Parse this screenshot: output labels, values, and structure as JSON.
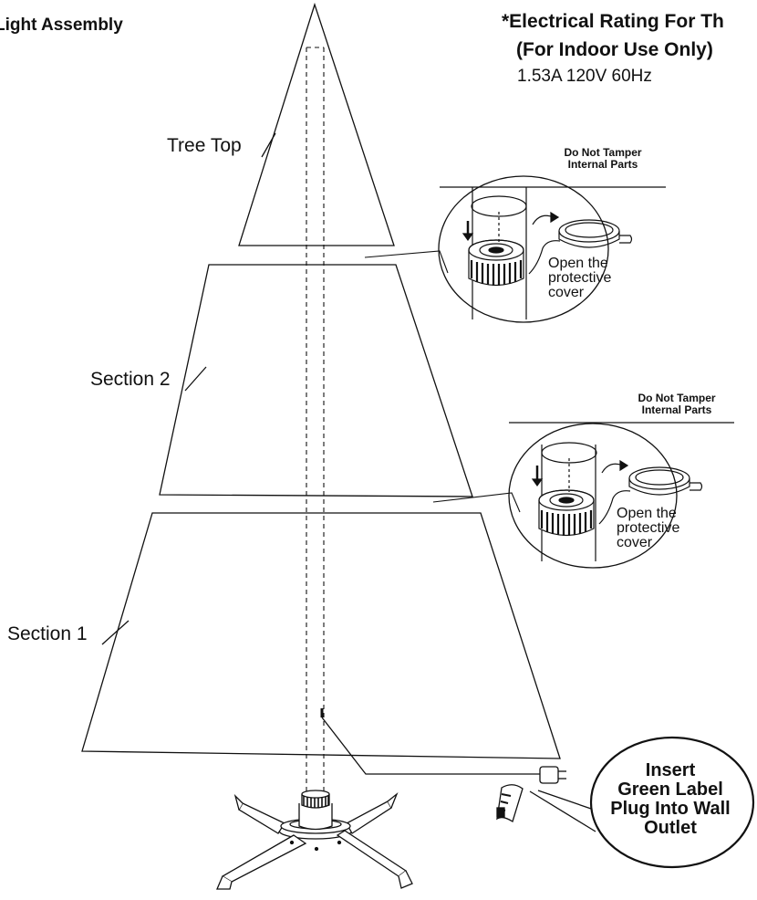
{
  "title": "Light Assembly",
  "electrical_rating": {
    "heading": "*Electrical Rating For Th",
    "subheading": "(For Indoor Use Only)",
    "value": "1.53A 120V 60Hz"
  },
  "sections": {
    "tree_top": "Tree Top",
    "section_2": "Section 2",
    "section_1": "Section 1"
  },
  "callouts": [
    {
      "warning_line1": "Do Not Tamper",
      "warning_line2": "Internal Parts",
      "instruction_line1": "Open the",
      "instruction_line2": "protective",
      "instruction_line3": "cover"
    },
    {
      "warning_line1": "Do Not Tamper",
      "warning_line2": "Internal Parts",
      "instruction_line1": "Open the",
      "instruction_line2": "protective",
      "instruction_line3": "cover"
    }
  ],
  "plug_bubble": {
    "line1": "Insert",
    "line2": "Green Label",
    "line3": "Plug Into Wall",
    "line4": "Outlet"
  }
}
